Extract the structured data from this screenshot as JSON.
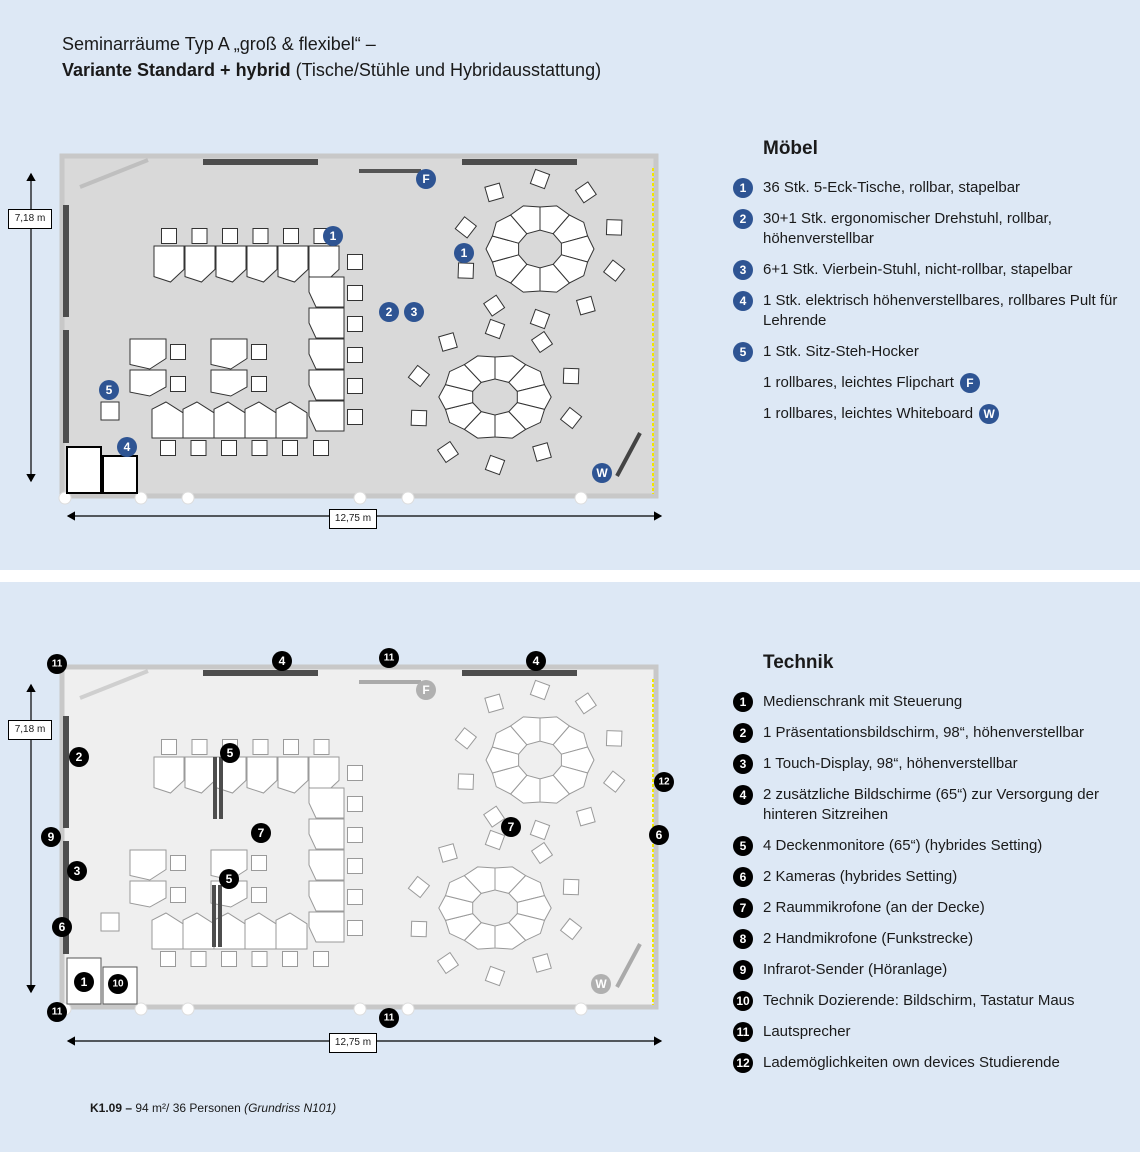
{
  "title": {
    "line1": "Seminarräume Typ A „groß & flexibel“ –",
    "line2_bold": "Variante Standard + hybrid",
    "line2_rest": " (Tische/Stühle und Hybridausstattung)"
  },
  "dimensions": {
    "height": "7,18 m",
    "width": "12,75 m"
  },
  "moebel": {
    "heading": "Möbel",
    "items": [
      {
        "num": "1",
        "text": "36 Stk. 5-Eck-Tische, rollbar, stapelbar"
      },
      {
        "num": "2",
        "text": "30+1 Stk. ergonomischer Drehstuhl, rollbar, höhenverstellbar"
      },
      {
        "num": "3",
        "text": "6+1 Stk. Vierbein-Stuhl, nicht-rollbar, stapelbar"
      },
      {
        "num": "4",
        "text": "1 Stk. elektrisch höhenverstellbares, rollbares Pult für Lehrende"
      },
      {
        "num": "5",
        "text": "1 Stk. Sitz-Steh-Hocker"
      }
    ],
    "extras": [
      {
        "text": "1 rollbares, leichtes Flipchart",
        "marker": "F"
      },
      {
        "text": "1 rollbares, leichtes Whiteboard",
        "marker": "W"
      }
    ]
  },
  "technik": {
    "heading": "Technik",
    "items": [
      {
        "num": "1",
        "text": "Medienschrank mit Steuerung"
      },
      {
        "num": "2",
        "text": "1 Präsentationsbildschirm, 98“, höhenverstellbar"
      },
      {
        "num": "3",
        "text": "1 Touch-Display, 98“, höhenverstellbar"
      },
      {
        "num": "4",
        "text": "2 zusätzliche Bildschirme (65“) zur Versorgung der hinteren Sitzreihen"
      },
      {
        "num": "5",
        "text": "4 Deckenmonitore (65“) (hybrides Setting)"
      },
      {
        "num": "6",
        "text": "2 Kameras (hybrides Setting)"
      },
      {
        "num": "7",
        "text": "2 Raummikrofone (an der Decke)"
      },
      {
        "num": "8",
        "text": "2 Handmikrofone (Funkstrecke)"
      },
      {
        "num": "9",
        "text": "Infrarot-Sender (Höranlage)"
      },
      {
        "num": "10",
        "text": "Technik Dozierende: Bildschirm, Tastatur Maus"
      },
      {
        "num": "11",
        "text": "Lautsprecher"
      },
      {
        "num": "12",
        "text": "Lademöglichkeiten own devices Studierende"
      }
    ]
  },
  "footer": {
    "room": "K1.09 –",
    "info": " 94 m²/ 36 Personen ",
    "ref": "(Grundriss  N101)"
  },
  "colors": {
    "background": "#dde8f5",
    "room_floor": "#d9d9d9",
    "room_floor_light": "#efefef",
    "marker_blue": "#2e5493",
    "marker_black": "#000000",
    "wall": "#4d4d4d",
    "charging_strip": "#f2e600"
  }
}
